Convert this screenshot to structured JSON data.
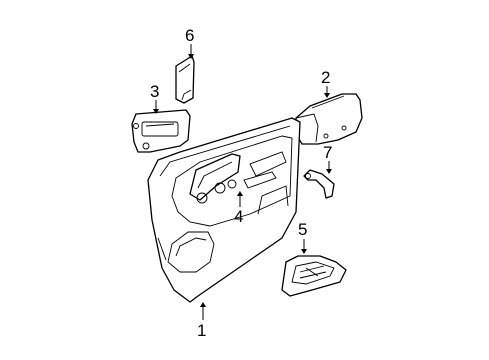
{
  "callouts": [
    {
      "id": "1",
      "label": "1"
    },
    {
      "id": "2",
      "label": "2"
    },
    {
      "id": "3",
      "label": "3"
    },
    {
      "id": "4",
      "label": "4"
    },
    {
      "id": "5",
      "label": "5"
    },
    {
      "id": "6",
      "label": "6"
    },
    {
      "id": "7",
      "label": "7"
    }
  ],
  "style": {
    "line_color": "#000000",
    "background": "#ffffff"
  }
}
